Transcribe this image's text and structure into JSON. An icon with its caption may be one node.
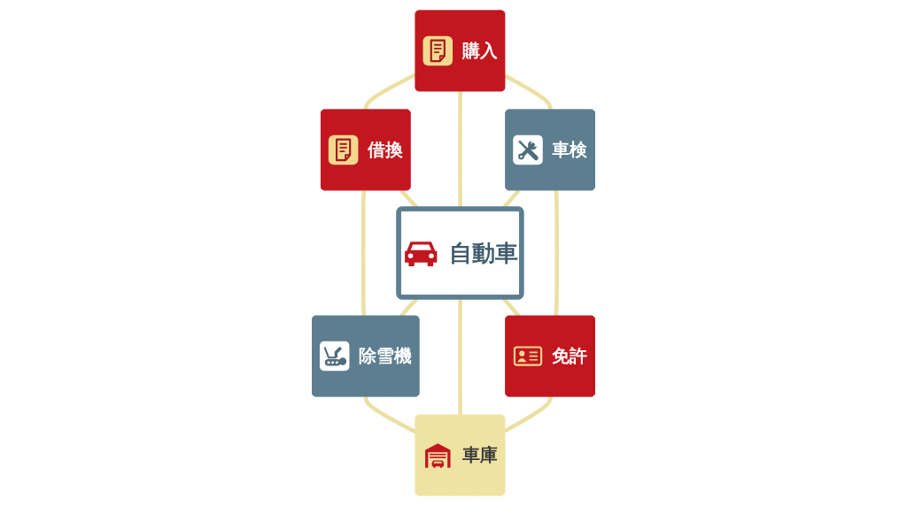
{
  "diagram": {
    "nodes": [
      {
        "text": [
          "購入"
        ]
      },
      {
        "text": [
          "借換"
        ]
      },
      {
        "text": [
          "車検"
        ]
      },
      {
        "text": [
          "自動車"
        ]
      },
      {
        "text": [
          "除雪機"
        ]
      },
      {
        "text": [
          "免許"
        ]
      },
      {
        "text": [
          "車庫"
        ]
      }
    ],
    "edges": [
      {
        "from": 0,
        "to": 1,
        "arrow": "none"
      },
      {
        "from": 0,
        "to": 3,
        "arrow": "none"
      },
      {
        "from": 0,
        "to": 2,
        "arrow": "none"
      },
      {
        "from": 1,
        "to": 4,
        "arrow": "none"
      },
      {
        "from": 1,
        "to": 3,
        "arrow": "none"
      },
      {
        "from": 2,
        "to": 3,
        "arrow": "none"
      },
      {
        "from": 2,
        "to": 5,
        "arrow": "none"
      },
      {
        "from": 3,
        "to": 4,
        "arrow": "none"
      },
      {
        "from": 3,
        "to": 6,
        "arrow": "none"
      },
      {
        "from": 3,
        "to": 5,
        "arrow": "none"
      },
      {
        "from": 4,
        "to": 6,
        "arrow": "none"
      },
      {
        "from": 5,
        "to": 6,
        "arrow": "none"
      }
    ]
  }
}
